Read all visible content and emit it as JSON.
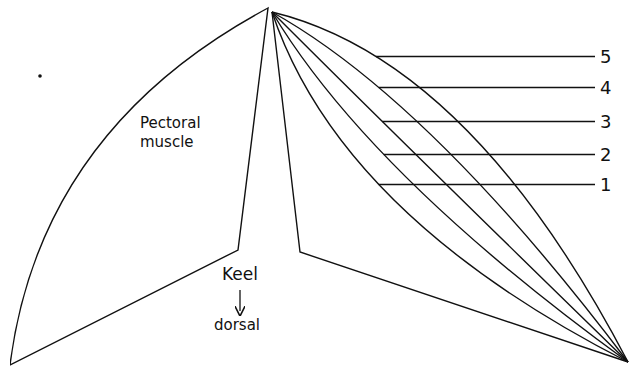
{
  "diagram": {
    "nodes": [
      {
        "text": [
          "Pectoral muscle"
        ]
      }
    ],
    "labels": [
      "5",
      "4",
      "3",
      "2",
      "1",
      "Keel",
      "dorsal"
    ]
  }
}
